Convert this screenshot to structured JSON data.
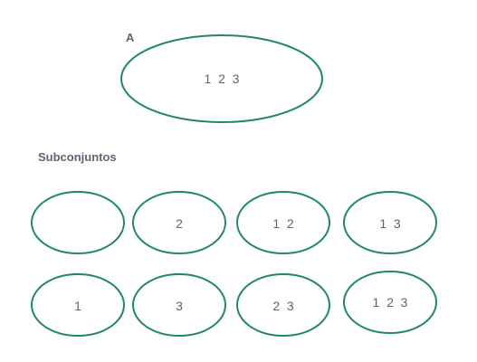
{
  "colors": {
    "stroke": "#1f8a5a",
    "text": "#5f6373",
    "background": "#ffffff"
  },
  "main_set": {
    "label": "A",
    "elements": "1  2  3"
  },
  "subsets_heading": "Subconjuntos",
  "subsets": [
    {
      "elements": ""
    },
    {
      "elements": "2"
    },
    {
      "elements": "1  2"
    },
    {
      "elements": "1  3"
    },
    {
      "elements": "1"
    },
    {
      "elements": "3"
    },
    {
      "elements": "2  3"
    },
    {
      "elements": "1  2  3"
    }
  ]
}
